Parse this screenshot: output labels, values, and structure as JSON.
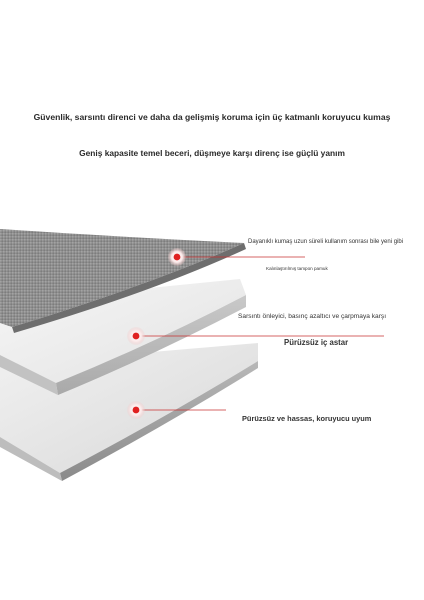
{
  "headline": {
    "line1": "Güvenlik, sarsıntı direnci ve daha da gelişmiş koruma için üç katmanlı koruyucu kumaş",
    "line2": "Geniş kapasite temel beceri, düşmeye karşı direnç ise güçlü yanım"
  },
  "callouts": [
    {
      "label": "Dayanıklı kumaş uzun süreli kullanım sonrası bile yeni gibi"
    },
    {
      "label": "Kalınlaştırılmış tampon pamuk"
    },
    {
      "label": "Sarsıntı önleyici, basınç azaltıcı ve çarpmaya karşı"
    },
    {
      "label": "Pürüzsüz iç astar"
    },
    {
      "label": "Pürüzsüz ve hassas, koruyucu uyum"
    }
  ],
  "colors": {
    "fabric": "#8c8c8c",
    "cushion": "#eeeeee",
    "lining": "#e4e4e4",
    "marker": "#e02020",
    "leader_line": "#c83030"
  }
}
